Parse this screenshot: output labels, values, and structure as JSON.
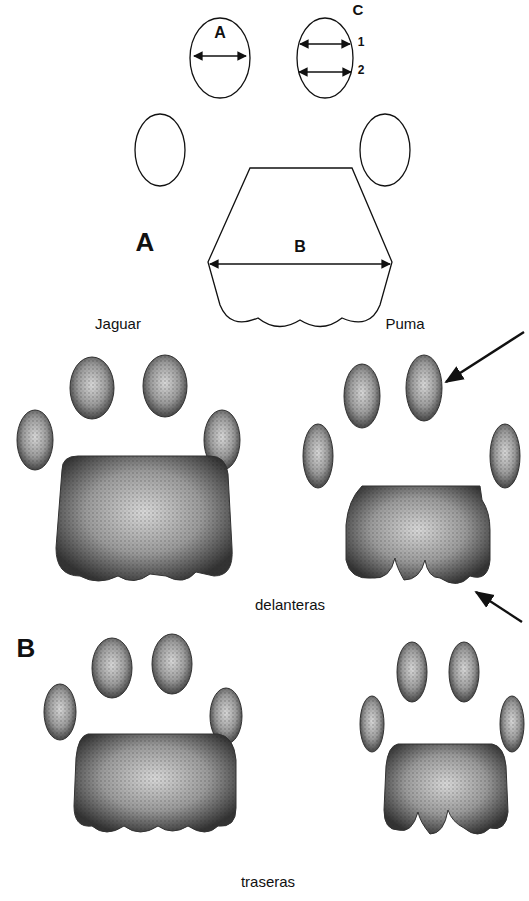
{
  "diagram": {
    "labels": [
      "A",
      "C",
      "1",
      "2",
      "B",
      "A",
      "Jaguar",
      "Puma",
      "delanteras",
      "B",
      "traseras"
    ]
  }
}
